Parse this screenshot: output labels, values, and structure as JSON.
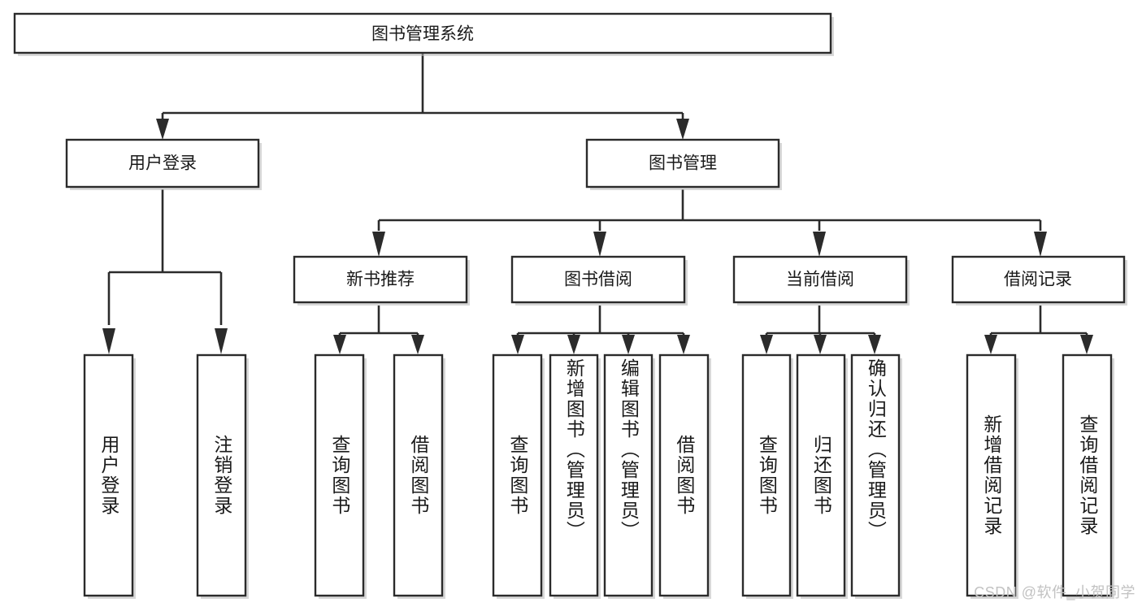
{
  "diagram": {
    "title": "图书管理系统",
    "type": "tree",
    "watermark": "CSDN @软件_小贺同学",
    "colors": {
      "box_fill": "#ffffff",
      "box_stroke": "#2b2b2b",
      "text": "#1a1a1a",
      "watermark": "#c2c2c2",
      "background": "#ffffff"
    },
    "root": {
      "label": "图书管理系统"
    },
    "level2": [
      {
        "id": "user-login",
        "label": "用户登录"
      },
      {
        "id": "book-manage",
        "label": "图书管理"
      }
    ],
    "level3": [
      {
        "id": "new-book-recommend",
        "label": "新书推荐",
        "parent": "book-manage"
      },
      {
        "id": "book-borrow",
        "label": "图书借阅",
        "parent": "book-manage"
      },
      {
        "id": "current-borrow",
        "label": "当前借阅",
        "parent": "book-manage"
      },
      {
        "id": "borrow-record",
        "label": "借阅记录",
        "parent": "book-manage"
      }
    ],
    "leaves": {
      "user_login": [
        {
          "id": "leaf-user-login",
          "label": "用户登录"
        },
        {
          "id": "leaf-user-logout",
          "label": "注销登录"
        }
      ],
      "new_book_recommend": [
        {
          "id": "leaf-query-book-1",
          "label": "查询图书"
        },
        {
          "id": "leaf-borrow-book-1",
          "label": "借阅图书"
        }
      ],
      "book_borrow": [
        {
          "id": "leaf-query-book-2",
          "label": "查询图书"
        },
        {
          "id": "leaf-add-book",
          "label": "新增图书（管理员）"
        },
        {
          "id": "leaf-edit-book",
          "label": "编辑图书（管理员）"
        },
        {
          "id": "leaf-borrow-book-2",
          "label": "借阅图书"
        }
      ],
      "current_borrow": [
        {
          "id": "leaf-query-book-3",
          "label": "查询图书"
        },
        {
          "id": "leaf-return-book",
          "label": "归还图书"
        },
        {
          "id": "leaf-confirm-return",
          "label": "确认归还（管理员）"
        }
      ],
      "borrow_record": [
        {
          "id": "leaf-add-record",
          "label": "新增借阅记录"
        },
        {
          "id": "leaf-query-record",
          "label": "查询借阅记录"
        }
      ]
    }
  }
}
